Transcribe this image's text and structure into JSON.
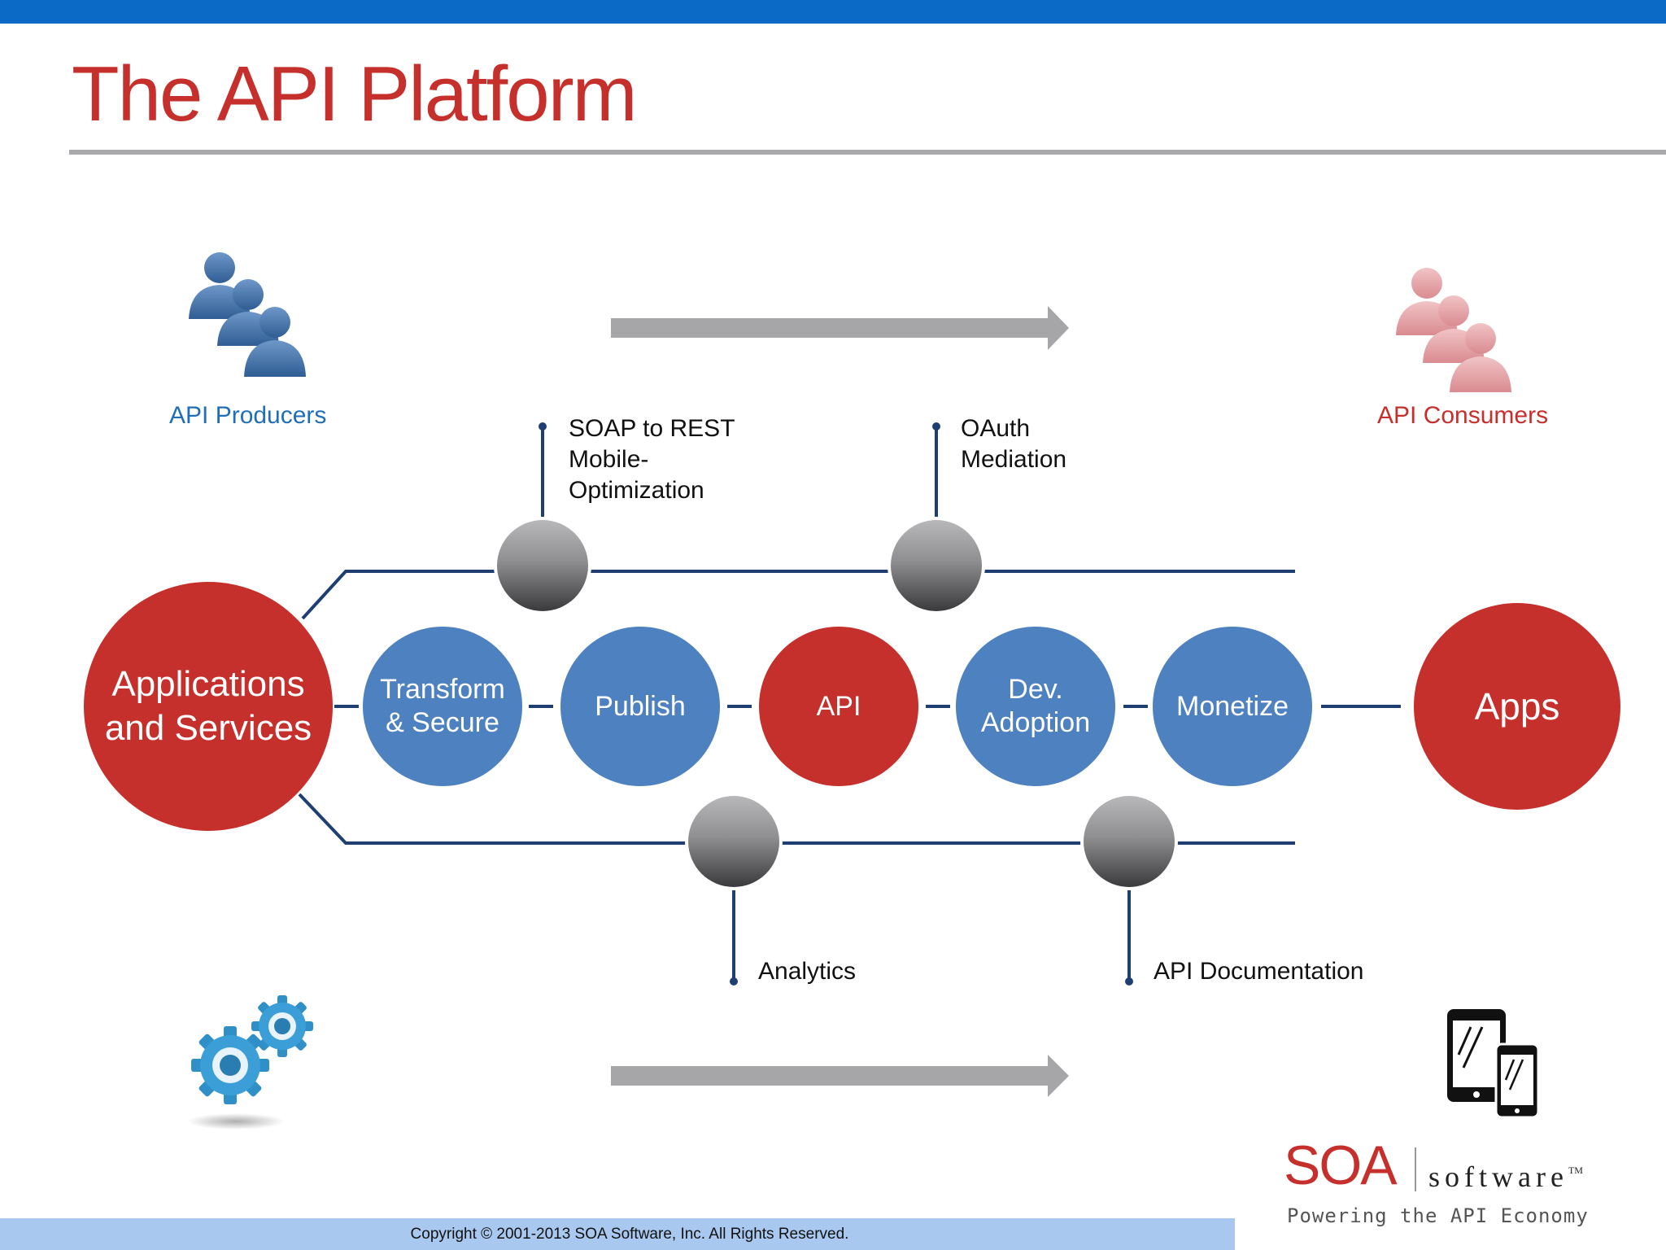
{
  "slide": {
    "title": "The API Platform",
    "copyright": "Copyright © 2001-2013 SOA Software, Inc. All Rights Reserved."
  },
  "diagram": {
    "producers_label": "API Producers",
    "consumers_label": "API Consumers",
    "source_node": "Applications\nand Services",
    "target_node": "Apps",
    "stages": [
      {
        "label": "Transform\n& Secure"
      },
      {
        "label": "Publish"
      },
      {
        "label": "API"
      },
      {
        "label": "Dev.\nAdoption"
      },
      {
        "label": "Monetize"
      }
    ],
    "callouts_top": [
      {
        "label": "SOAP to REST\nMobile-\nOptimization"
      },
      {
        "label": "OAuth\nMediation"
      }
    ],
    "callouts_bottom": [
      {
        "label": "Analytics"
      },
      {
        "label": "API Documentation"
      }
    ],
    "colors": {
      "red": "#c6302c",
      "blue": "#4e81bf",
      "line": "#1f3f73",
      "arrow": "#a6a6a9"
    }
  },
  "logo": {
    "brand": "SOA",
    "product": "software",
    "trademark": "TM",
    "tagline": "Powering the API Economy"
  }
}
